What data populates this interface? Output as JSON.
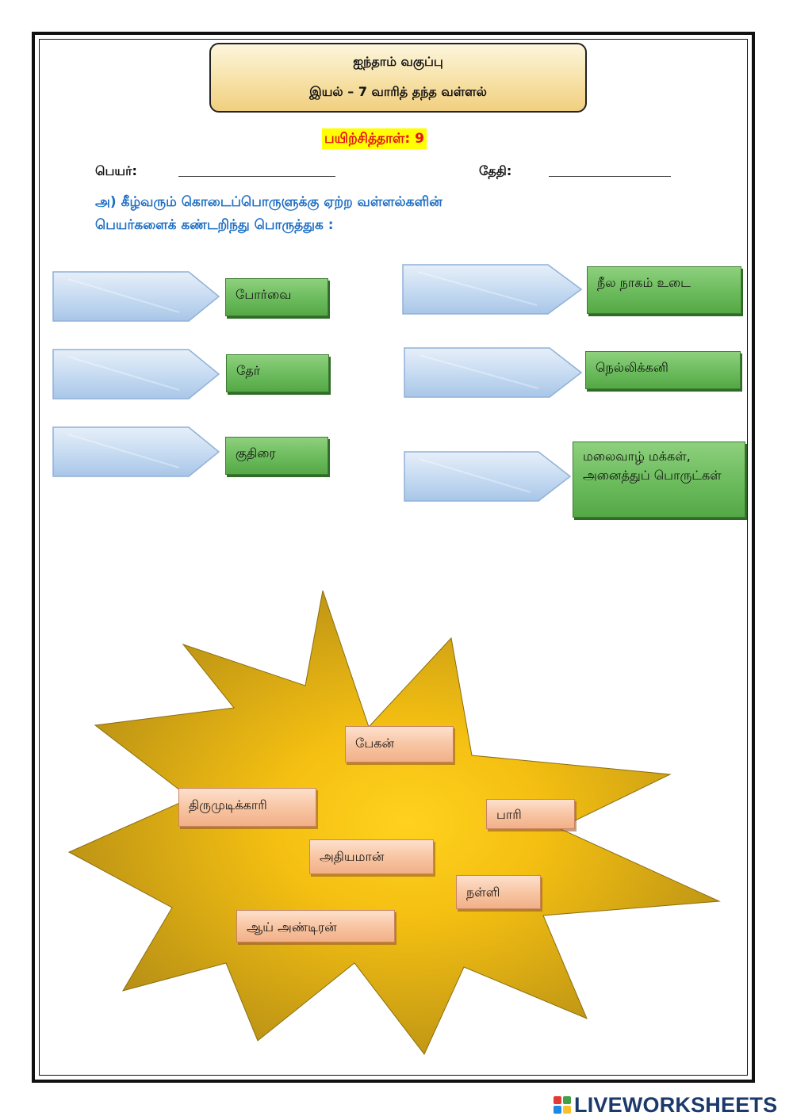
{
  "header": {
    "line1": "ஐந்தாம் வகுப்பு",
    "line2": "இயல் – 7  வாரித் தந்த வள்ளல்"
  },
  "worksheet_label": "பயிற்சித்தாள்: 9",
  "fields": {
    "name_label": "பெயர்:",
    "date_label": "தேதி:"
  },
  "instruction": {
    "line1": "அ) கீழ்வரும் கொடைப்பொருளுக்கு ஏற்ற வள்ளல்களின்",
    "line2": "பெயர்களைக் கண்டறிந்து பொருத்துக :"
  },
  "left_items": [
    "போர்வை",
    "தேர்",
    "குதிரை"
  ],
  "right_items": [
    "நீல நாகம் உடை",
    "நெல்லிக்கனி",
    "மலைவாழ் மக்கள், அனைத்துப் பொருட்கள்"
  ],
  "names": [
    "பேகன்",
    "திருமுடிக்காரி",
    "பாரி",
    "அதியமான்",
    "நள்ளி",
    "ஆய் அண்டிரன்"
  ],
  "watermark": {
    "text": "LIVEWORKSHEETS",
    "logo_colors": [
      "#e53935",
      "#43a047",
      "#1e88e5",
      "#fbc02d"
    ]
  },
  "colors": {
    "instruction": "#1f6fc4",
    "label_highlight": "#ffff00",
    "label_text": "#e8101e",
    "answer_green": "#6bbb5c",
    "arrow_blue": "#c8dcf2",
    "star_gold": "#c9a114",
    "chip_peach": "#f7c3a0"
  }
}
